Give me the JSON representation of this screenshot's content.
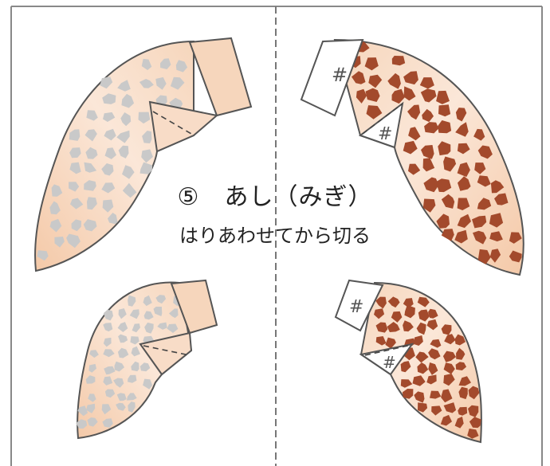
{
  "title": "⑤　あし（みぎ）",
  "subtitle": "はりあわせてから切る",
  "glue_mark": "#",
  "colors": {
    "skin": "#f6d6bc",
    "skin_light": "#fdf0e6",
    "spot_gray": "#c9c9c9",
    "spot_brown": "#a34a2c",
    "outline": "#555555",
    "fold_line": "#444444",
    "center_line": "#777777",
    "frame": "#888888"
  },
  "parts": [
    {
      "id": "upper-left-leg",
      "side": "back",
      "spots": "gray"
    },
    {
      "id": "upper-right-leg",
      "side": "front",
      "spots": "brown",
      "glue_marks": 2
    },
    {
      "id": "lower-left-leg",
      "side": "back",
      "spots": "gray"
    },
    {
      "id": "lower-right-leg",
      "side": "front",
      "spots": "brown",
      "glue_marks": 2
    }
  ]
}
